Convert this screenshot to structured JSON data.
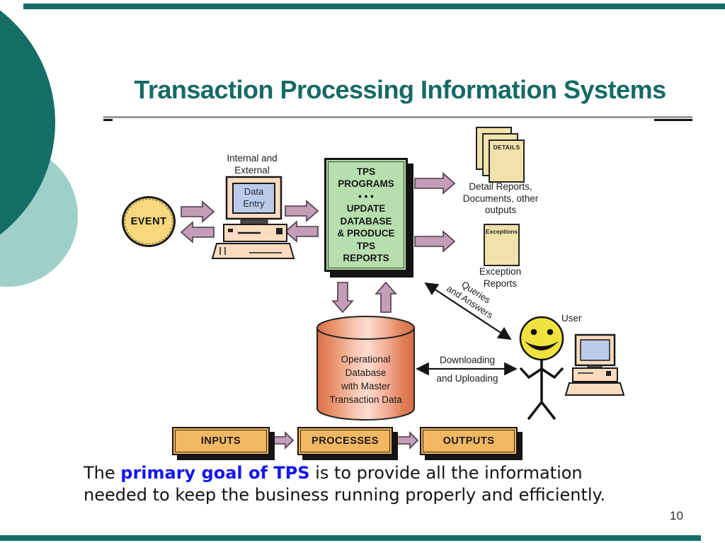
{
  "slide": {
    "title": "Transaction Processing Information Systems",
    "page_number": "10",
    "colors": {
      "teal_dark": "#156e66",
      "teal_light": "#9fd0c7",
      "arrow_purple": "#c49db6",
      "tps_green": "#b7dfae",
      "event_yellow": "#f7d87d",
      "doc_tan": "#f1e2ab",
      "flow_orange": "#f2b763",
      "db_salmon": "#e9926c",
      "screen_blue": "#b9cbe8",
      "highlight_blue": "#1414f0"
    }
  },
  "diagram": {
    "event": {
      "label": "EVENT"
    },
    "data_entry": {
      "caption_line1": "Internal and",
      "caption_line2": "External",
      "screen_text": "Data Entry"
    },
    "tps_box": {
      "lines": [
        "TPS",
        "PROGRAMS",
        "• • •",
        "UPDATE",
        "DATABASE",
        "& PRODUCE",
        "TPS",
        "REPORTS"
      ]
    },
    "detail_docs": {
      "doc_label": "DETAILS",
      "caption_line1": "Detail Reports,",
      "caption_line2": "Documents, other",
      "caption_line3": "outputs"
    },
    "exception_doc": {
      "doc_label": "Exceptions",
      "caption_line1": "Exception",
      "caption_line2": "Reports"
    },
    "database": {
      "line1": "Operational",
      "line2": "Database",
      "line3": "with Master",
      "line4": "Transaction Data"
    },
    "queries_arrow": {
      "line1": "Queries",
      "line2": "and Answers"
    },
    "download_arrow": {
      "line1": "Downloading",
      "line2": "and Uploading"
    },
    "user": {
      "label": "User"
    },
    "flow_boxes": [
      {
        "label": "INPUTS"
      },
      {
        "label": "PROCESSES"
      },
      {
        "label": "OUTPUTS"
      }
    ]
  },
  "goal_text": {
    "prefix": "The ",
    "highlight": "primary goal of TPS",
    "rest_line1": " is to provide all the information",
    "line2": "needed to keep the business running properly and efficiently."
  }
}
